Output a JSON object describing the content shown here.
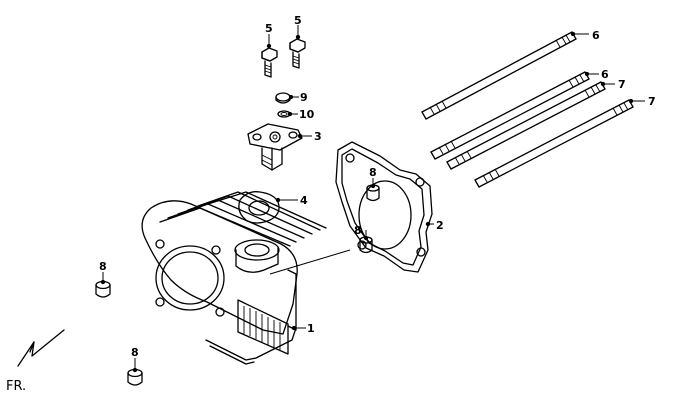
{
  "callouts": {
    "p1": "1",
    "p2": "2",
    "p3": "3",
    "p4": "4",
    "p5a": "5",
    "p5b": "5",
    "p6a": "6",
    "p6b": "6",
    "p7a": "7",
    "p7b": "7",
    "p8a": "8",
    "p8b": "8",
    "p8c": "8",
    "p8d": "8",
    "p9": "9",
    "p10": "10"
  },
  "orientation": {
    "label": "FR."
  }
}
